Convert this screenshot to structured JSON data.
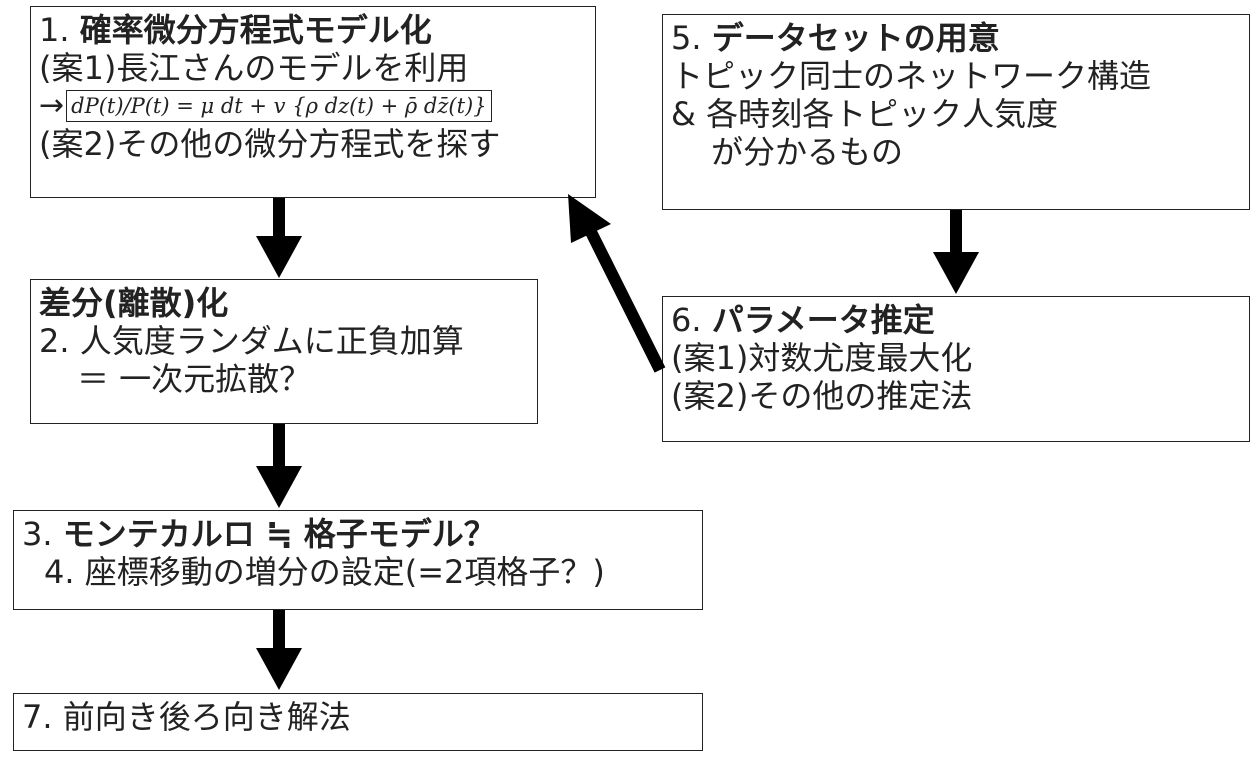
{
  "box1": {
    "num": "1. ",
    "title": "確率微分方程式モデル化",
    "line1": "(案1)長江さんのモデルを利用",
    "arrow": "→",
    "formula": "dP(t)/P(t) = μ dt + v {ρ dz(t) + ρ̄ dz̄(t)}",
    "line3": "(案2)その他の微分方程式を探す"
  },
  "box2": {
    "title": "差分(離散)化",
    "line1": "2. 人気度ランダムに正負加算",
    "line2": "＝ 一次元拡散？"
  },
  "box3": {
    "num": "3. ",
    "title": "モンテカルロ ≒ 格子モデル？",
    "line1": "4. 座標移動の増分の設定(=2項格子？)"
  },
  "box4": {
    "line1": "7. 前向き後ろ向き解法"
  },
  "box5": {
    "num": "5. ",
    "title": "データセットの用意",
    "line1": "トピック同士のネットワーク構造",
    "line2": "& 各時刻各トピック人気度",
    "line3": "が分かるもの"
  },
  "box6": {
    "num": "6. ",
    "title": "パラメータ推定",
    "line1": "(案1)対数尤度最大化",
    "line2": "(案2)その他の推定法"
  },
  "edges": [
    {
      "from": "box1",
      "to": "box2"
    },
    {
      "from": "box2",
      "to": "box3"
    },
    {
      "from": "box3",
      "to": "box4"
    },
    {
      "from": "box5",
      "to": "box6"
    },
    {
      "from": "box6",
      "to": "box1"
    }
  ]
}
